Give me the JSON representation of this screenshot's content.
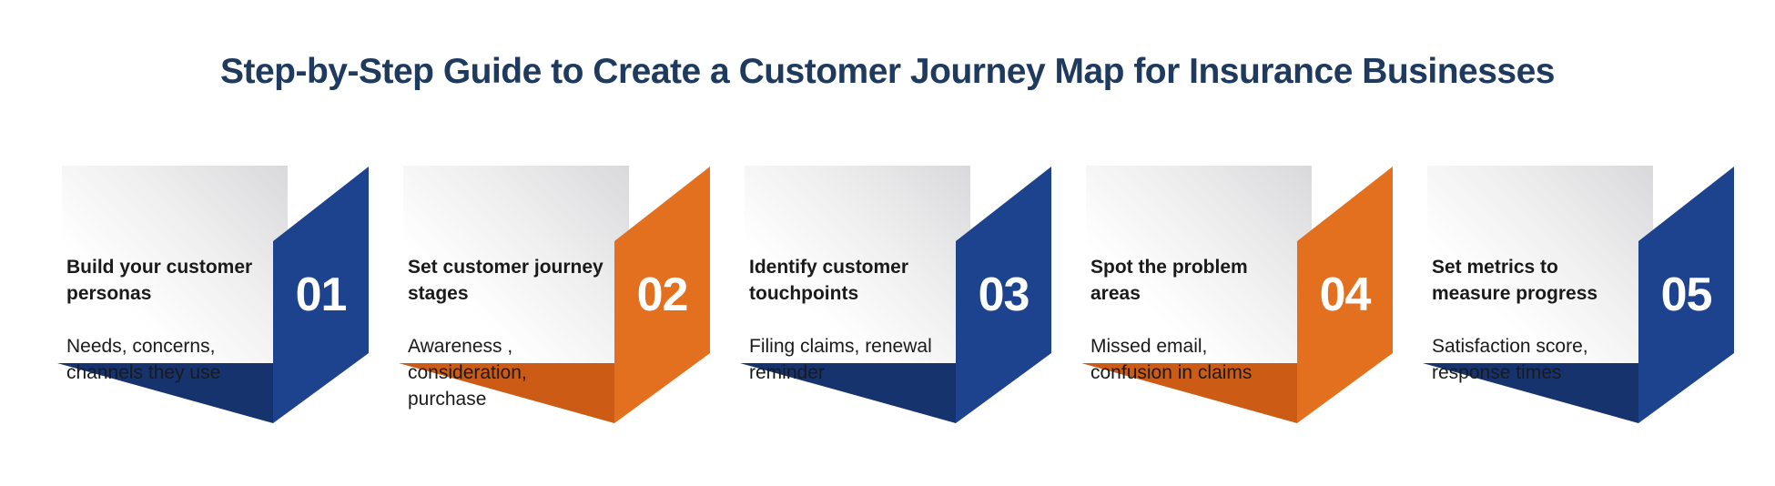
{
  "title": {
    "text": "Step-by-Step Guide to Create a Customer Journey Map for Insurance Businesses",
    "color": "#1e3a5e"
  },
  "steps": [
    {
      "number": "01",
      "theme": "blue",
      "title": "Build your customer\npersonas",
      "subtitle": "Needs, concerns,\nchannels they use"
    },
    {
      "number": "02",
      "theme": "orange",
      "title": "Set customer journey\nstages",
      "subtitle": "Awareness ,\nconsideration,\npurchase"
    },
    {
      "number": "03",
      "theme": "blue",
      "title": "Identify customer\ntouchpoints",
      "subtitle": "Filing claims, renewal\nreminder"
    },
    {
      "number": "04",
      "theme": "orange",
      "title": "Spot the problem\nareas",
      "subtitle": "Missed email,\nconfusion in claims"
    },
    {
      "number": "05",
      "theme": "blue",
      "title": "Set metrics to\nmeasure progress",
      "subtitle": "Satisfaction score,\nresponse times"
    }
  ],
  "colors": {
    "blue": "#1e438e",
    "blue_dark": "#16336e",
    "orange": "#e2701e",
    "orange_dark": "#cc5b15",
    "page_gray": "#d9d9db",
    "body_text": "#1a1a1a",
    "number_text": "#ffffff",
    "background": "#ffffff"
  }
}
